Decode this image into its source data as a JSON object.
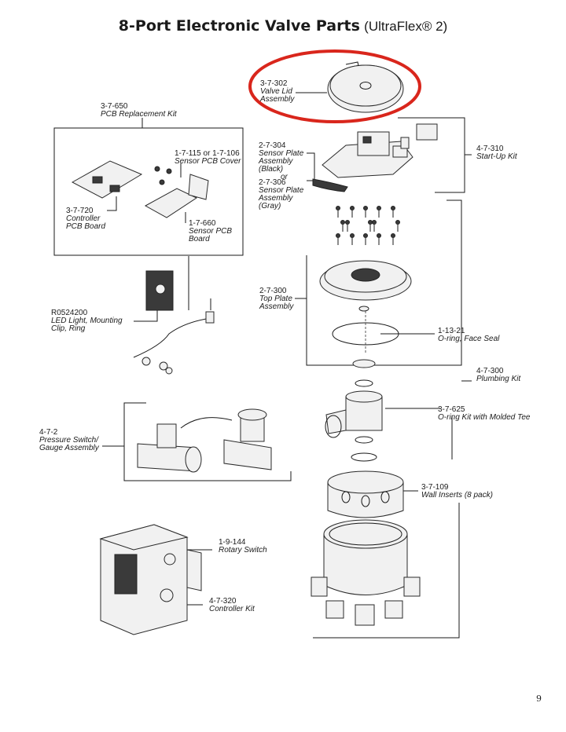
{
  "title": {
    "main": "8-Port Electronic Valve Parts",
    "suffix": "(UltraFlex® 2)"
  },
  "highlight_color": "#d9261c",
  "parts": [
    {
      "id": "lid",
      "number": "3-7-302",
      "name_lines": [
        "Valve Lid",
        "Assembly"
      ]
    },
    {
      "id": "pcbkit",
      "number": "3-7-650",
      "name_lines": [
        "PCB Replacement Kit"
      ]
    },
    {
      "id": "sensorcover",
      "number": "1-7-115 or 1-7-106",
      "name_lines": [
        "Sensor PCB Cover"
      ]
    },
    {
      "id": "ctrlboard",
      "number": "3-7-720",
      "name_lines": [
        "Controller",
        "PCB Board"
      ]
    },
    {
      "id": "sensorboard",
      "number": "1-7-660",
      "name_lines": [
        "Sensor PCB",
        "Board"
      ]
    },
    {
      "id": "sensorplate",
      "number": "2-7-304",
      "name_lines": [
        "Sensor Plate",
        "Assembly",
        "(Black)",
        "or"
      ]
    },
    {
      "id": "sensorplate2",
      "number": "2-7-306",
      "name_lines": [
        "Sensor Plate",
        "Assembly",
        "(Gray)"
      ]
    },
    {
      "id": "startup",
      "number": "4-7-310",
      "name_lines": [
        "Start-Up Kit"
      ]
    },
    {
      "id": "topplate",
      "number": "2-7-300",
      "name_lines": [
        "Top Plate",
        "Assembly"
      ]
    },
    {
      "id": "led",
      "number": "R0524200",
      "name_lines": [
        "LED Light, Mounting",
        "Clip, Ring"
      ]
    },
    {
      "id": "oring",
      "number": "1-13-21",
      "name_lines": [
        "O-ring, Face Seal"
      ]
    },
    {
      "id": "plumbing",
      "number": "4-7-300",
      "name_lines": [
        "Plumbing Kit"
      ]
    },
    {
      "id": "oringkit",
      "number": "3-7-625",
      "name_lines": [
        "O-ring Kit with Molded Tee"
      ]
    },
    {
      "id": "pressure",
      "number": "4-7-2",
      "name_lines": [
        "Pressure Switch/",
        "Gauge Assembly"
      ]
    },
    {
      "id": "inserts",
      "number": "3-7-109",
      "name_lines": [
        "Wall Inserts (8 pack)"
      ]
    },
    {
      "id": "rotary",
      "number": "1-9-144",
      "name_lines": [
        "Rotary Switch"
      ]
    },
    {
      "id": "controller",
      "number": "4-7-320",
      "name_lines": [
        "Controller Kit"
      ]
    }
  ],
  "page_number": "9"
}
